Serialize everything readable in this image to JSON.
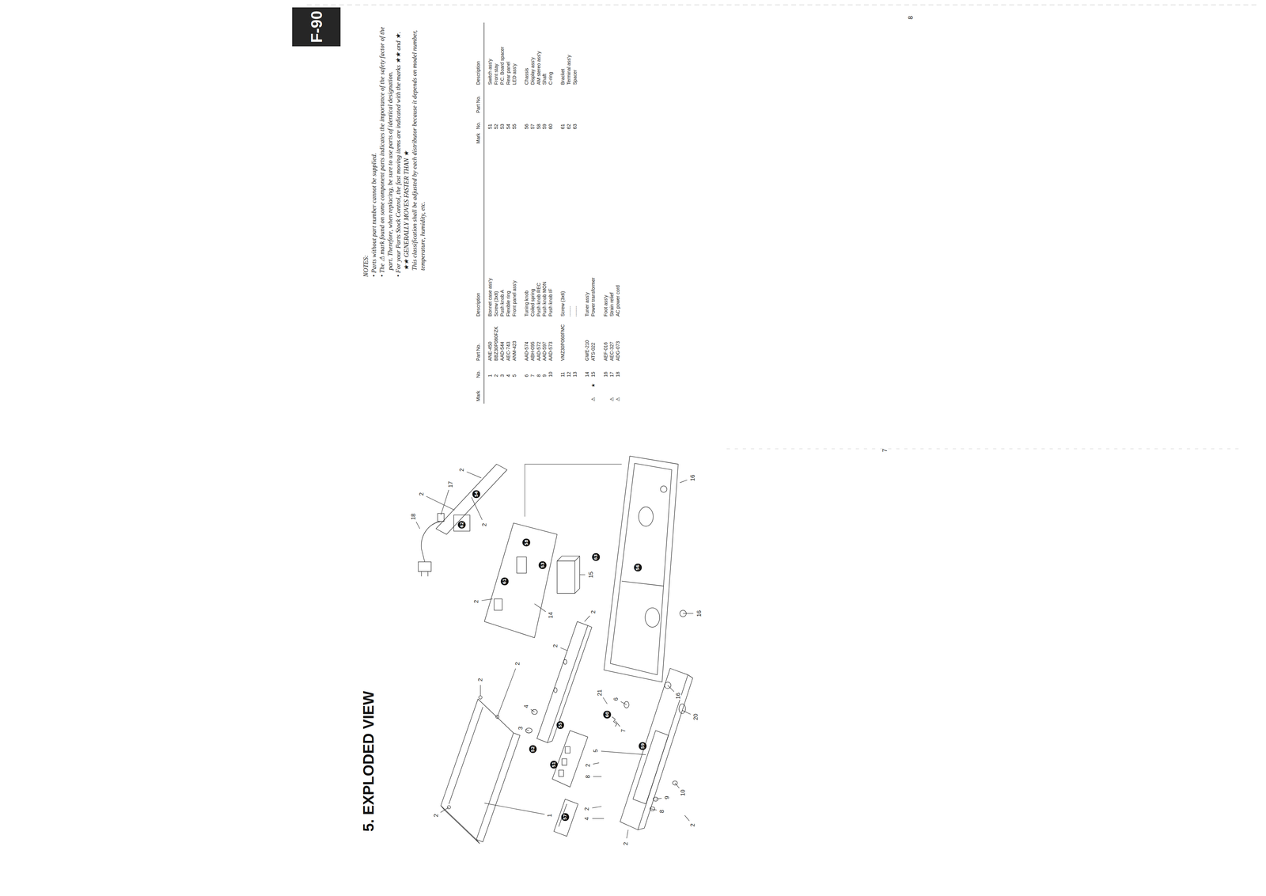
{
  "diagram": {
    "title": "5. EXPLODED VIEW",
    "nodes": [
      {
        "text": [
          "F-90"
        ]
      },
      {
        "text": [
          "51"
        ]
      },
      {
        "text": [
          "52"
        ]
      },
      {
        "text": [
          "53"
        ]
      },
      {
        "text": [
          "54"
        ]
      },
      {
        "text": [
          "55"
        ]
      },
      {
        "text": [
          "56"
        ]
      },
      {
        "text": [
          "57"
        ]
      },
      {
        "text": [
          "58"
        ]
      },
      {
        "text": [
          "59"
        ]
      },
      {
        "text": [
          "60"
        ]
      },
      {
        "text": [
          "61"
        ]
      },
      {
        "text": [
          "62"
        ]
      },
      {
        "text": [
          "63"
        ]
      }
    ],
    "labels": [
      "NOTES:",
      "• Parts without part number cannot be supplied.",
      "• The ⚠ mark found on some component parts indicates the importance of the safety factor of the part. Therefore, when replacing, be sure to use parts of identical designation.",
      "• For your Parts Stock Control, the fast moving items are indicated with the marks ★★ and ★.",
      "★★ GENERALLY MOVES FASTER THAN ★",
      "This classification shall be adjusted by each distributor because it depends on model number, temperature, humidity, etc.",
      "Mark",
      "No.",
      "Part No.",
      "Description",
      "1",
      "ANE-450",
      "Bonnet case ass'y",
      "2",
      "BBZ30P080FZK",
      "Screw (3x8)",
      "3",
      "AAD-544",
      "Push knob A",
      "4",
      "AEC-743",
      "Flexible ring",
      "5",
      "ANM-423",
      "Front panel ass'y",
      "6",
      "AAD-574",
      "Tuning knob",
      "7",
      "ABH-095",
      "Coiled spring",
      "8",
      "AAD-572",
      "Push knob REC",
      "9",
      "AAD-597",
      "Push knob MON",
      "10",
      "AAD-573",
      "Push knob IF",
      "11",
      "VMZ30P060FMC",
      "Screw (3x6)",
      "12",
      "........",
      "13",
      "........",
      "14",
      "GWE-210",
      "Tuner ass'y",
      "⚠",
      "★",
      "15",
      "ATS-022",
      "Power transformer",
      "16",
      "AEF-016",
      "Foot ass'y",
      "⚠",
      "17",
      "AEC-327",
      "Strain relief",
      "⚠",
      "18",
      "ADG-073",
      "AC power cord",
      "Mark",
      "No.",
      "Part No.",
      "Description",
      "51",
      "Switch ass'y",
      "52",
      "Front stay",
      "53",
      "P.C. Board spacer",
      "54",
      "Rear panel",
      "55",
      "LED ass'y",
      "56",
      "Chassis",
      "57",
      "Display ass'y",
      "58",
      "AM stereo ass'y",
      "59",
      "Shaft",
      "60",
      "C-ring",
      "61",
      "Bracket",
      "62",
      "Terminal ass'y",
      "63",
      "Spacer",
      "8",
      "7",
      "2",
      "1",
      "2",
      "2",
      "3",
      "4",
      "2",
      "2",
      "20",
      "21",
      "5",
      "7",
      "6",
      "8",
      "2",
      "4",
      "2",
      "2",
      "2",
      "9",
      "10",
      "8",
      "14",
      "15",
      "2",
      "2",
      "2",
      "2",
      "17",
      "18",
      "16",
      "16",
      "16"
    ]
  }
}
